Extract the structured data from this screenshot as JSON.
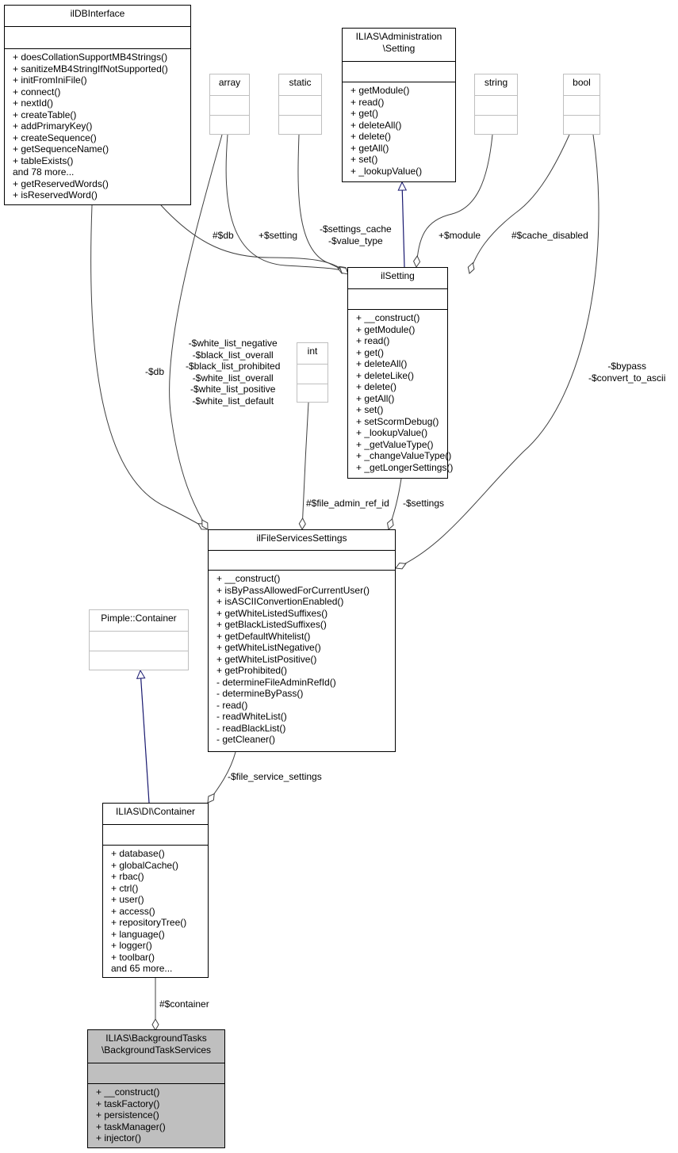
{
  "colors": {
    "inheritance": "#191970",
    "association": "#404040",
    "focus_fill": "#bfbfbf",
    "external_border": "#bfbfbf"
  },
  "classes": {
    "ildbinterface": {
      "title": "ilDBInterface",
      "methods": [
        "+ doesCollationSupportMB4Strings()",
        "+ sanitizeMB4StringIfNotSupported()",
        "+ initFromIniFile()",
        "+ connect()",
        "+ nextId()",
        "+ createTable()",
        "+ addPrimaryKey()",
        "+ createSequence()",
        "+ getSequenceName()",
        "+ tableExists()",
        "and 78 more...",
        "+ getReservedWords()",
        "+ isReservedWord()"
      ]
    },
    "array": {
      "title": "array"
    },
    "static": {
      "title": "static"
    },
    "admin_setting": {
      "title": "ILIAS\\Administration\n\\Setting",
      "methods": [
        "+ getModule()",
        "+ read()",
        "+ get()",
        "+ deleteAll()",
        "+ delete()",
        "+ getAll()",
        "+ set()",
        "+ _lookupValue()"
      ]
    },
    "string": {
      "title": "string"
    },
    "bool": {
      "title": "bool"
    },
    "ilsetting": {
      "title": "ilSetting",
      "methods": [
        "+ __construct()",
        "+ getModule()",
        "+ read()",
        "+ get()",
        "+ deleteAll()",
        "+ deleteLike()",
        "+ delete()",
        "+ getAll()",
        "+ set()",
        "+ setScormDebug()",
        "+ _lookupValue()",
        "+ _getValueType()",
        "+ _changeValueType()",
        "+ _getLongerSettings()"
      ]
    },
    "int": {
      "title": "int"
    },
    "ilfileservicessettings": {
      "title": "ilFileServicesSettings",
      "methods": [
        "+ __construct()",
        "+ isByPassAllowedForCurrentUser()",
        "+ isASCIIConvertionEnabled()",
        "+ getWhiteListedSuffixes()",
        "+ getBlackListedSuffixes()",
        "+ getDefaultWhitelist()",
        "+ getWhiteListNegative()",
        "+ getWhiteListPositive()",
        "+ getProhibited()",
        "- determineFileAdminRefId()",
        "- determineByPass()",
        "- read()",
        "- readWhiteList()",
        "- readBlackList()",
        "- getCleaner()"
      ]
    },
    "pimple": {
      "title": "Pimple::Container"
    },
    "di_container": {
      "title": "ILIAS\\DI\\Container",
      "methods": [
        "+ database()",
        "+ globalCache()",
        "+ rbac()",
        "+ ctrl()",
        "+ user()",
        "+ access()",
        "+ repositoryTree()",
        "+ language()",
        "+ logger()",
        "+ toolbar()",
        "and 65 more..."
      ]
    },
    "bgtaskservices": {
      "title": "ILIAS\\BackgroundTasks\n\\BackgroundTaskServices",
      "methods": [
        "+ __construct()",
        "+ taskFactory()",
        "+ persistence()",
        "+ taskManager()",
        "+ injector()"
      ]
    }
  },
  "edge_labels": {
    "db_top": "#$db",
    "setting": "+$setting",
    "settings_cache": "-$settings_cache\n-$value_type",
    "module": "+$module",
    "cache_disabled": "#$cache_disabled",
    "db_left": "-$db",
    "lists": "-$white_list_negative\n-$black_list_overall\n-$black_list_prohibited\n-$white_list_overall\n-$white_list_positive\n-$white_list_default",
    "bypass": "-$bypass\n-$convert_to_ascii",
    "file_admin_ref_id": "#$file_admin_ref_id",
    "settings": "-$settings",
    "file_service_settings": "-$file_service_settings",
    "container": "#$container"
  }
}
